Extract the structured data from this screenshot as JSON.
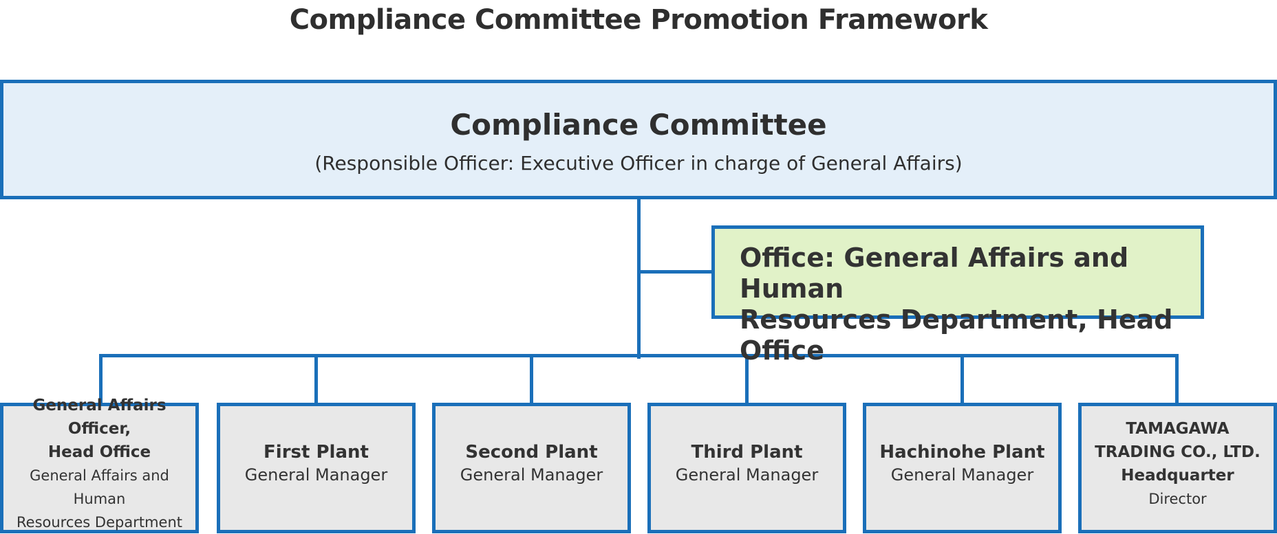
{
  "title": "Compliance Committee Promotion Framework",
  "committee": {
    "name": "Compliance Committee",
    "subtitle": "(Responsible Officer: Executive Officer in charge of General Affairs)"
  },
  "office": {
    "line1": "Office: General Affairs and Human",
    "line2": "Resources Department, Head Office"
  },
  "departments": [
    {
      "title_line1": "General Affairs Officer,",
      "title_line2": "Head Office",
      "role_line1": "General Affairs and Human",
      "role_line2": "Resources Department"
    },
    {
      "title_line1": "First Plant",
      "role_line1": "General Manager"
    },
    {
      "title_line1": "Second Plant",
      "role_line1": "General Manager"
    },
    {
      "title_line1": "Third Plant",
      "role_line1": "General Manager"
    },
    {
      "title_line1": "Hachinohe Plant",
      "role_line1": "General Manager"
    },
    {
      "title_line1": "TAMAGAWA",
      "title_line2": "TRADING CO., LTD.",
      "title_line3": "Headquarter",
      "role_line1": "Director"
    }
  ],
  "colors": {
    "border": "#1a6fb9",
    "committee_fill": "#e4eff9",
    "office_fill": "#e1f2c8",
    "department_fill": "#e8e8e8"
  }
}
